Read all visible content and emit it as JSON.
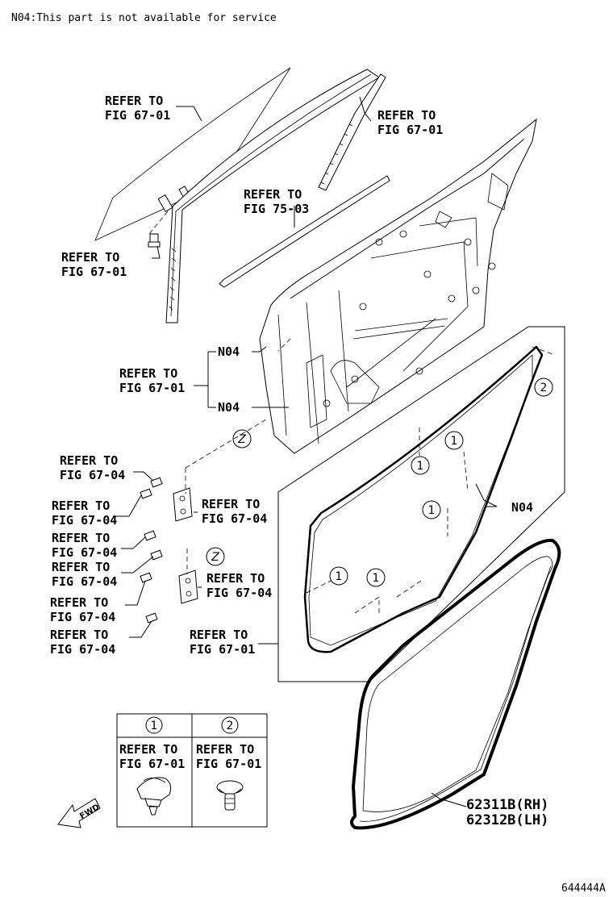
{
  "note": "N04:This part is not available for service",
  "labels": {
    "glass_top": [
      "REFER TO",
      "FIG 67-01"
    ],
    "runchannel": [
      "REFER TO",
      "FIG 67-01"
    ],
    "belt_molding": [
      "REFER TO",
      "FIG 75-03"
    ],
    "glass_bolt": [
      "REFER TO",
      "FIG 67-01"
    ],
    "door_panel": [
      "REFER TO",
      "FIG 67-01"
    ],
    "n04_top": "N04",
    "n04_bottom": "N04",
    "n04_weather": "N04",
    "hinge_bolt_1": [
      "REFER TO",
      "FIG 67-04"
    ],
    "hinge_bolt_2": [
      "REFER TO",
      "FIG 67-04"
    ],
    "hinge_upper": [
      "REFER TO",
      "FIG 67-04"
    ],
    "hinge_bolt_3": [
      "REFER TO",
      "FIG 67-04"
    ],
    "hinge_bolt_4": [
      "REFER TO",
      "FIG 67-04"
    ],
    "hinge_bolt_5": [
      "REFER TO",
      "FIG 67-04"
    ],
    "hinge_lower": [
      "REFER TO",
      "FIG 67-04"
    ],
    "hinge_bolt_6": [
      "REFER TO",
      "FIG 67-04"
    ],
    "weatherstrip_ref": [
      "REFER TO",
      "FIG 67-01"
    ]
  },
  "circle_markers": {
    "one": "1",
    "two": "2",
    "z": "Z"
  },
  "legend": {
    "col1": {
      "marker": "1",
      "text": [
        "REFER TO",
        "FIG 67-01"
      ]
    },
    "col2": {
      "marker": "2",
      "text": [
        "REFER TO",
        "FIG 67-01"
      ]
    }
  },
  "fwd_label": "FWD",
  "part_numbers": [
    "62311B(RH)",
    "62312B(LH)"
  ],
  "figure_code": "644444A"
}
